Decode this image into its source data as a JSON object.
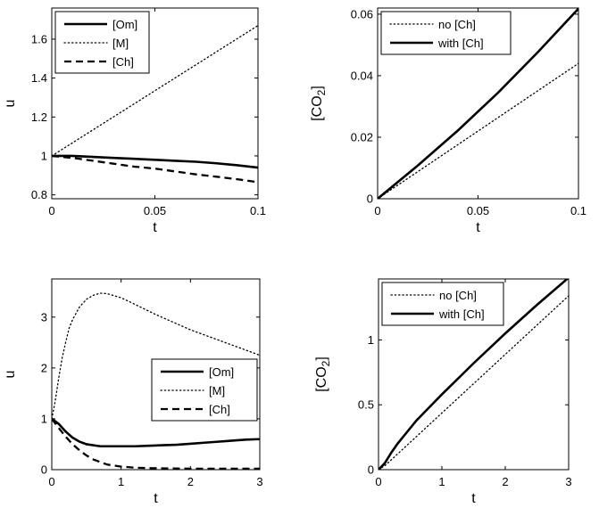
{
  "chart_data": [
    {
      "type": "line",
      "xlabel": "t",
      "ylabel": "u",
      "xlim": [
        0,
        0.1
      ],
      "ylim": [
        0.78,
        1.76
      ],
      "xticks": [
        "0",
        "0.05",
        "0.1"
      ],
      "yticks": [
        "0.8",
        "1",
        "1.2",
        "1.4",
        "1.6"
      ],
      "legend_position": "top-left",
      "series": [
        {
          "name": "[Om]",
          "style": "solid",
          "x": [
            0,
            0.01,
            0.02,
            0.03,
            0.04,
            0.05,
            0.06,
            0.07,
            0.08,
            0.09,
            0.1
          ],
          "y": [
            1.0,
            1.0,
            0.995,
            0.99,
            0.985,
            0.98,
            0.975,
            0.97,
            0.962,
            0.952,
            0.94
          ]
        },
        {
          "name": "[M]",
          "style": "dotted",
          "x": [
            0,
            0.1
          ],
          "y": [
            1.0,
            1.67
          ]
        },
        {
          "name": "[Ch]",
          "style": "dashed",
          "x": [
            0,
            0.01,
            0.02,
            0.03,
            0.04,
            0.05,
            0.06,
            0.07,
            0.08,
            0.09,
            0.1
          ],
          "y": [
            1.0,
            0.99,
            0.975,
            0.96,
            0.945,
            0.935,
            0.92,
            0.905,
            0.893,
            0.88,
            0.865
          ]
        }
      ]
    },
    {
      "type": "line",
      "xlabel": "t",
      "ylabel": "[CO2]",
      "xlim": [
        0,
        0.1
      ],
      "ylim": [
        0,
        0.062
      ],
      "xticks": [
        "0",
        "0.05",
        "0.1"
      ],
      "yticks": [
        "0",
        "0.02",
        "0.04",
        "0.06"
      ],
      "legend_position": "top-left",
      "series": [
        {
          "name": "no [Ch]",
          "style": "dotted",
          "x": [
            0,
            0.1
          ],
          "y": [
            0,
            0.044
          ]
        },
        {
          "name": "with [Ch]",
          "style": "solid",
          "x": [
            0,
            0.02,
            0.04,
            0.06,
            0.08,
            0.1
          ],
          "y": [
            0,
            0.0108,
            0.0222,
            0.0345,
            0.0478,
            0.0618
          ]
        }
      ]
    },
    {
      "type": "line",
      "xlabel": "t",
      "ylabel": "u",
      "xlim": [
        0,
        3
      ],
      "ylim": [
        0,
        3.75
      ],
      "xticks": [
        "0",
        "1",
        "2",
        "3"
      ],
      "yticks": [
        "0",
        "1",
        "2",
        "3"
      ],
      "legend_position": "right",
      "series": [
        {
          "name": "[Om]",
          "style": "solid",
          "x": [
            0,
            0.1,
            0.2,
            0.3,
            0.4,
            0.5,
            0.6,
            0.7,
            0.8,
            1.0,
            1.2,
            1.4,
            1.6,
            1.8,
            2.0,
            2.2,
            2.4,
            2.6,
            2.8,
            3.0
          ],
          "y": [
            1.0,
            0.9,
            0.75,
            0.63,
            0.55,
            0.5,
            0.48,
            0.46,
            0.46,
            0.46,
            0.46,
            0.47,
            0.48,
            0.49,
            0.51,
            0.53,
            0.55,
            0.57,
            0.59,
            0.6
          ]
        },
        {
          "name": "[M]",
          "style": "dotted",
          "x": [
            0,
            0.05,
            0.1,
            0.15,
            0.2,
            0.25,
            0.3,
            0.4,
            0.5,
            0.6,
            0.7,
            0.8,
            1.0,
            1.2,
            1.5,
            2.0,
            2.5,
            3.0
          ],
          "y": [
            1.0,
            1.35,
            1.8,
            2.2,
            2.5,
            2.78,
            2.95,
            3.2,
            3.35,
            3.43,
            3.47,
            3.46,
            3.38,
            3.25,
            3.05,
            2.75,
            2.5,
            2.25
          ]
        },
        {
          "name": "[Ch]",
          "style": "dashed",
          "x": [
            0,
            0.1,
            0.2,
            0.3,
            0.4,
            0.5,
            0.6,
            0.8,
            1.0,
            1.2,
            1.4,
            1.6,
            2.0,
            2.5,
            3.0
          ],
          "y": [
            1.0,
            0.82,
            0.65,
            0.5,
            0.38,
            0.28,
            0.2,
            0.1,
            0.06,
            0.04,
            0.03,
            0.025,
            0.02,
            0.02,
            0.02
          ]
        }
      ]
    },
    {
      "type": "line",
      "xlabel": "t",
      "ylabel": "[CO2]",
      "xlim": [
        0,
        3
      ],
      "ylim": [
        0,
        1.47
      ],
      "xticks": [
        "0",
        "1",
        "2",
        "3"
      ],
      "yticks": [
        "0",
        "0.5",
        "1"
      ],
      "legend_position": "top-left",
      "series": [
        {
          "name": "no [Ch]",
          "style": "dotted",
          "x": [
            0,
            0.1,
            3.0
          ],
          "y": [
            0,
            0.03,
            1.34
          ]
        },
        {
          "name": "with [Ch]",
          "style": "solid",
          "x": [
            0,
            0.1,
            0.2,
            0.3,
            0.4,
            0.5,
            0.6,
            0.8,
            1.0,
            1.5,
            2.0,
            2.5,
            3.0
          ],
          "y": [
            0,
            0.05,
            0.13,
            0.2,
            0.26,
            0.32,
            0.38,
            0.48,
            0.58,
            0.82,
            1.05,
            1.27,
            1.48
          ]
        }
      ]
    }
  ]
}
